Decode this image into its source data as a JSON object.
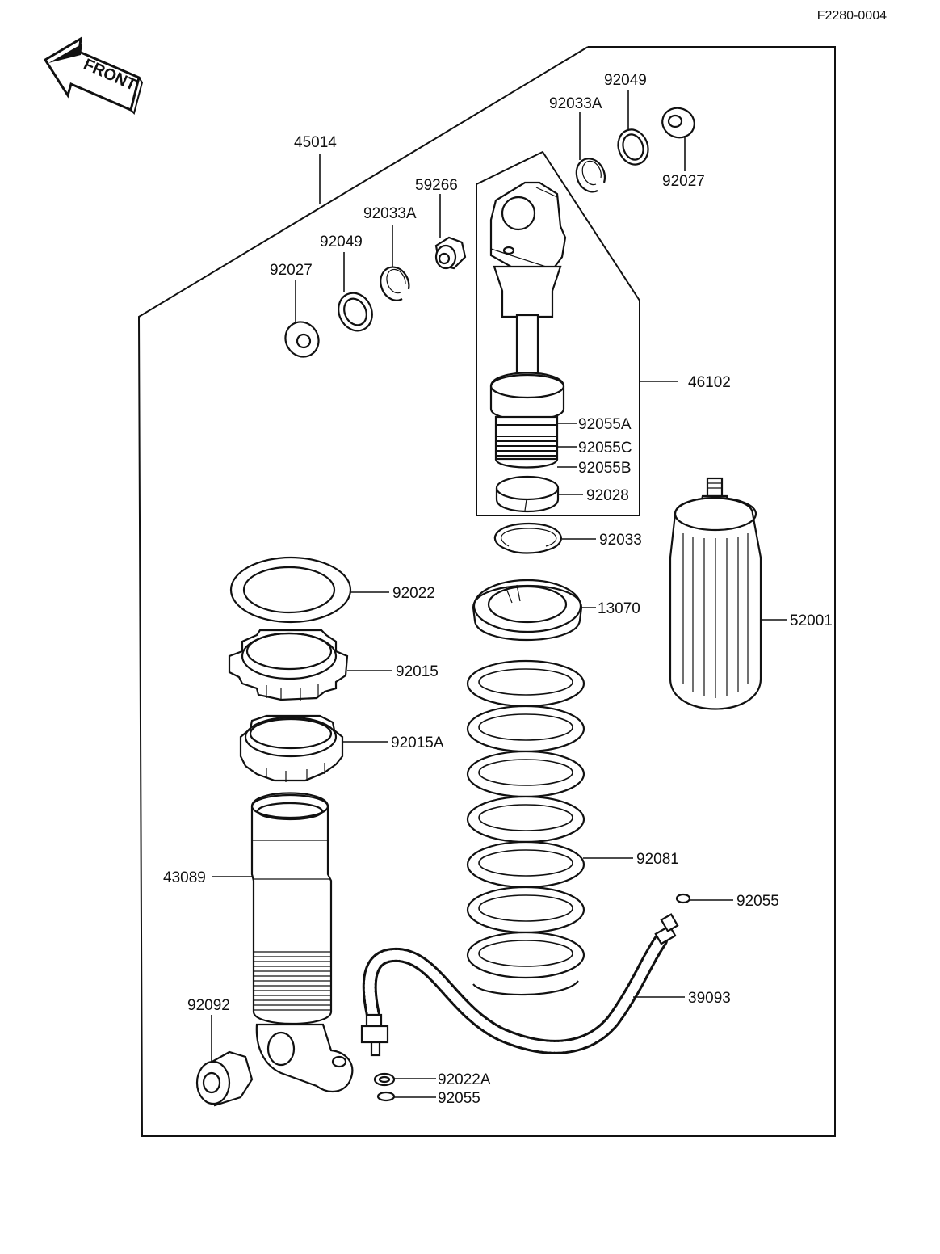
{
  "diagram_code": "F2280-0004",
  "front_label": "FRONT",
  "callouts": {
    "assembly": "45014",
    "rear_bushing_seal_right": "92027",
    "rear_bushing_ring_right": "92049",
    "rear_bushing_circlip_right": "92033A",
    "rod_bushing": "59266",
    "rear_bushing_circlip_left": "92033A",
    "rear_bushing_ring_left": "92049",
    "rear_bushing_seal_left": "92027",
    "damper_rod": "46102",
    "piston_ring_a": "92055A",
    "piston_ring_c": "92055C",
    "piston_ring_b": "92055B",
    "guide_ring": "92028",
    "circlip": "92033",
    "washer": "92022",
    "spring_seat": "13070",
    "locknut": "92015",
    "adjust_nut": "92015A",
    "reservoir": "52001",
    "cylinder": "43089",
    "spring": "92081",
    "hose_oring_top": "92055",
    "hose": "39093",
    "lower_bushing": "92092",
    "hose_washer": "92022A",
    "hose_oring_bottom": "92055"
  }
}
